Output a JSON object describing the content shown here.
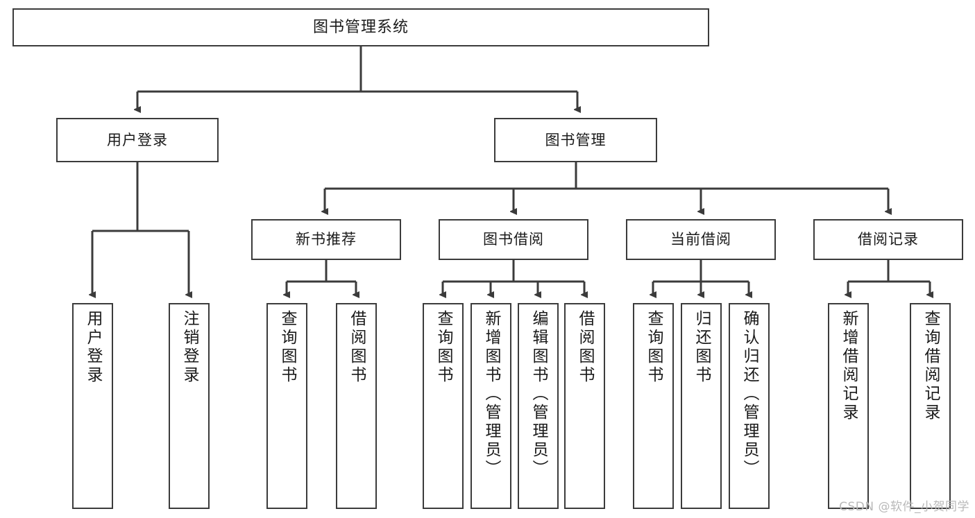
{
  "diagram": {
    "type": "tree-hierarchy",
    "title": "图书管理系统",
    "root": {
      "id": "root",
      "label": "图书管理系统"
    },
    "level2": [
      {
        "id": "user-login",
        "label": "用户登录"
      },
      {
        "id": "book-manage",
        "label": "图书管理"
      }
    ],
    "level3": [
      {
        "id": "new-book-rec",
        "label": "新书推荐"
      },
      {
        "id": "book-borrow",
        "label": "图书借阅"
      },
      {
        "id": "current-borrow",
        "label": "当前借阅"
      },
      {
        "id": "borrow-record",
        "label": "借阅记录"
      }
    ],
    "leaves": [
      {
        "id": "leaf-user-login",
        "label": "用户登录",
        "parent": "user-login"
      },
      {
        "id": "leaf-user-logout",
        "label": "注销登录",
        "parent": "user-login"
      },
      {
        "id": "leaf-query-book-1",
        "label": "查询图书",
        "parent": "new-book-rec"
      },
      {
        "id": "leaf-borrow-book-1",
        "label": "借阅图书",
        "parent": "new-book-rec"
      },
      {
        "id": "leaf-query-book-2",
        "label": "查询图书",
        "parent": "book-borrow"
      },
      {
        "id": "leaf-add-book",
        "label": "新增图书（管理员）",
        "parent": "book-borrow"
      },
      {
        "id": "leaf-edit-book",
        "label": "编辑图书（管理员）",
        "parent": "book-borrow"
      },
      {
        "id": "leaf-borrow-book-2",
        "label": "借阅图书",
        "parent": "book-borrow"
      },
      {
        "id": "leaf-query-book-3",
        "label": "查询图书",
        "parent": "current-borrow"
      },
      {
        "id": "leaf-return-book",
        "label": "归还图书",
        "parent": "current-borrow"
      },
      {
        "id": "leaf-confirm-return",
        "label": "确认归还（管理员）",
        "parent": "current-borrow"
      },
      {
        "id": "leaf-add-record",
        "label": "新增借阅记录",
        "parent": "borrow-record"
      },
      {
        "id": "leaf-query-record",
        "label": "查询借阅记录",
        "parent": "borrow-record"
      }
    ],
    "watermark": "CSDN @软件_小贺同学",
    "colors": {
      "stroke": "#3b3b3b",
      "fill": "#ffffff",
      "text": "#1a1a1a",
      "watermark": "#b9b9b9"
    }
  }
}
